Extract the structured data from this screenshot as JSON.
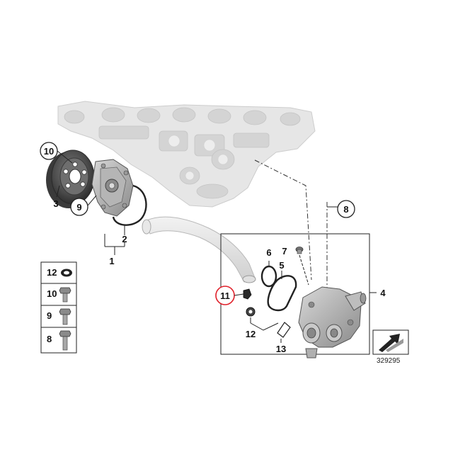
{
  "callouts": {
    "c1": "1",
    "c2": "2",
    "c3": "3",
    "c4": "4",
    "c5": "5",
    "c6": "6",
    "c7": "7",
    "c8": "8",
    "c9": "9",
    "c10": "10",
    "c11": "11",
    "c12": "12",
    "c13": "13"
  },
  "legend": {
    "l12": "12",
    "l10": "10",
    "l9": "9",
    "l8": "8"
  },
  "reference_number": "329295",
  "colors": {
    "highlight": "#e0202a",
    "line": "#222222",
    "engine_fill": "#e4e4e4"
  }
}
